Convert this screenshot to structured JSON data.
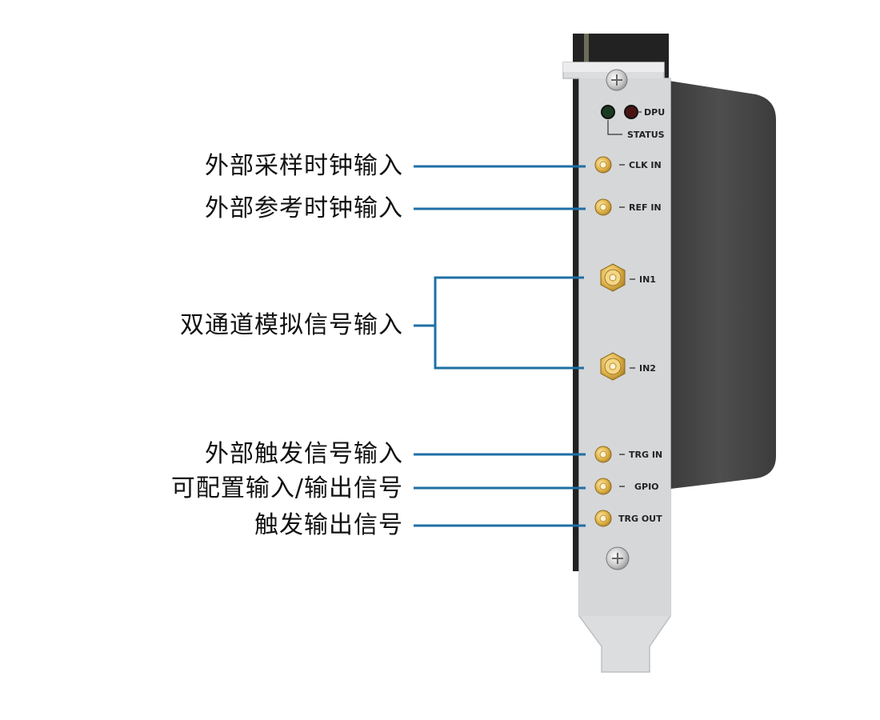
{
  "labels": {
    "clk": "外部采样时钟输入",
    "ref": "外部参考时钟输入",
    "analog": "双通道模拟信号输入",
    "trg_in": "外部触发信号输入",
    "gpio": "可配置输入/输出信号",
    "trg_out": "触发输出信号"
  },
  "panel": {
    "dpu": "DPU",
    "status": "STATUS",
    "clk_in": "CLK IN",
    "ref_in": "REF IN",
    "in1": "IN1",
    "in2": "IN2",
    "trg_in": "TRG IN",
    "gpio": "GPIO",
    "trg_out": "TRG OUT"
  },
  "colors": {
    "leader": "#1f6fa6",
    "bracket": "#d9dadc",
    "card": "#2a2a2a",
    "heatsink": "#4a4a4a",
    "led_green": "#1c3a22",
    "led_red": "#4a1414",
    "connector_gold": "#e0b44a"
  }
}
